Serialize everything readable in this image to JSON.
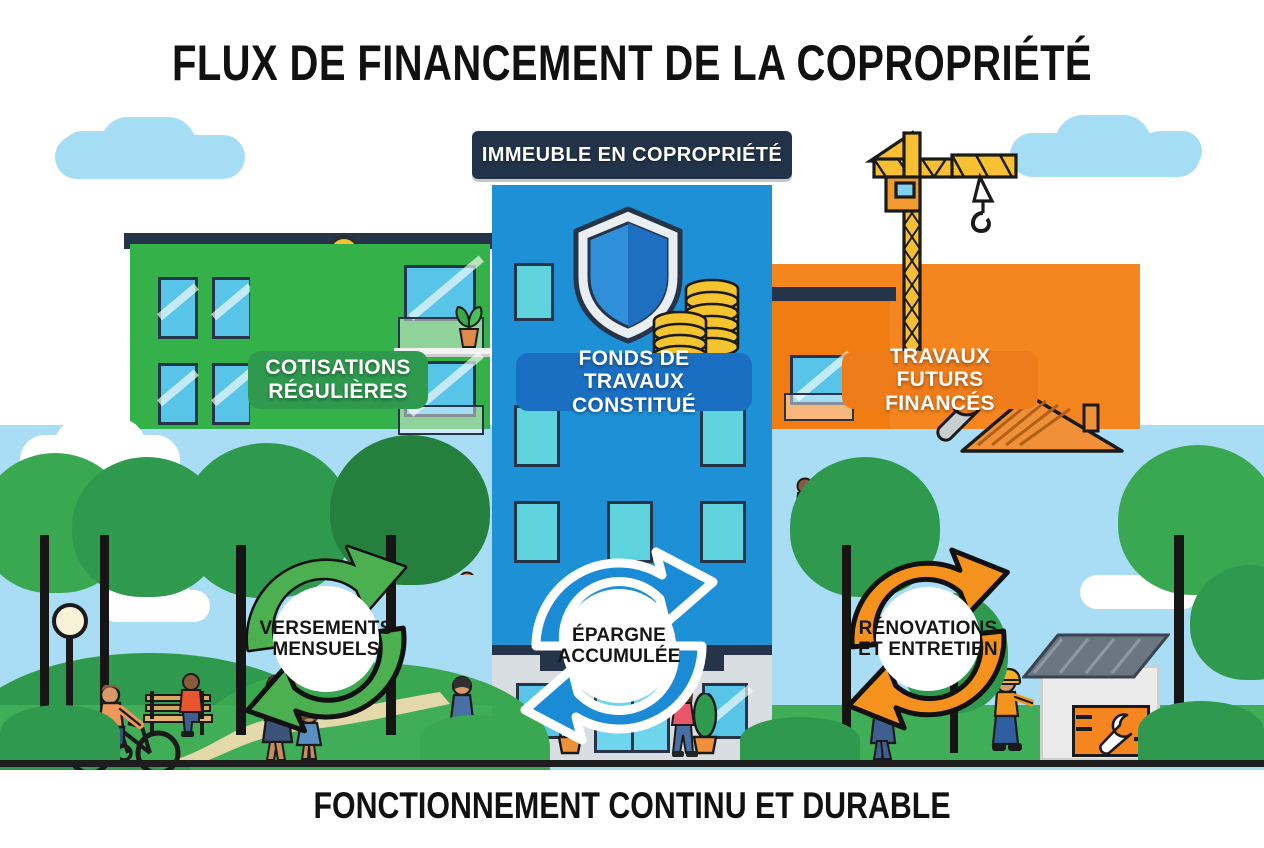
{
  "title": "FLUX DE FINANCEMENT DE LA COPROPRIÉTÉ",
  "footer": "FONCTIONNEMENT CONTINU ET DURABLE",
  "header_badge": {
    "label": "IMMEUBLE EN COPROPRIÉTÉ"
  },
  "pillars": [
    {
      "key": "left",
      "pill_line1": "COTISATIONS",
      "pill_line2": "RÉGULIÈRES",
      "cycle_line1": "VERSEMENTS",
      "cycle_line2": "MENSUELS",
      "color": "#2f9a4e",
      "cycle_color": "#4CAF50",
      "icons": [
        "piggy-bank-icon",
        "coin-dollar-icon"
      ]
    },
    {
      "key": "center",
      "pill_line1": "FONDS DE TRAVAUX",
      "pill_line2": "CONSTITUÉ",
      "cycle_line1": "ÉPARGNE",
      "cycle_line2": "ACCUMULÉE",
      "color": "#1b6fc2",
      "cycle_color": "#1C8BD6",
      "icons": [
        "shield-icon",
        "coin-stack-icon"
      ]
    },
    {
      "key": "right",
      "pill_line1": "TRAVAUX FUTURS",
      "pill_line2": "FINANCÉS",
      "cycle_line1": "RÉNOVATIONS",
      "cycle_line2": "ET ENTRETIEN",
      "color": "#ef7c1a",
      "cycle_color": "#F5921E",
      "icons": [
        "crane-icon",
        "wrench-icon",
        "roof-icon"
      ]
    }
  ],
  "palette": {
    "title_text": "#111111",
    "sky": "#a8ddf5",
    "cloud": "#ffffff",
    "green_building": "#35b14a",
    "green_building_dark": "#1f9a3c",
    "blue_building": "#1e91d6",
    "orange_building": "#f5861f",
    "navy": "#26344a",
    "coin_gold": "#f3c430",
    "lobby_gray": "#d8dde2",
    "ground": "#1d1d1d"
  },
  "scene": {
    "park_elements": [
      "tree",
      "lamp-post",
      "park-bench",
      "footpath",
      "bush",
      "hill"
    ],
    "people": [
      "cyclist",
      "seated-person",
      "woman-with-child",
      "pedestrian",
      "resident-on-balcony",
      "woman-at-entrance",
      "construction-worker"
    ],
    "entrance": {
      "doors": "glass-double-door",
      "planters": 2
    },
    "workshop": {
      "sign": "wrench-sign",
      "roof": "solar-roof"
    }
  }
}
